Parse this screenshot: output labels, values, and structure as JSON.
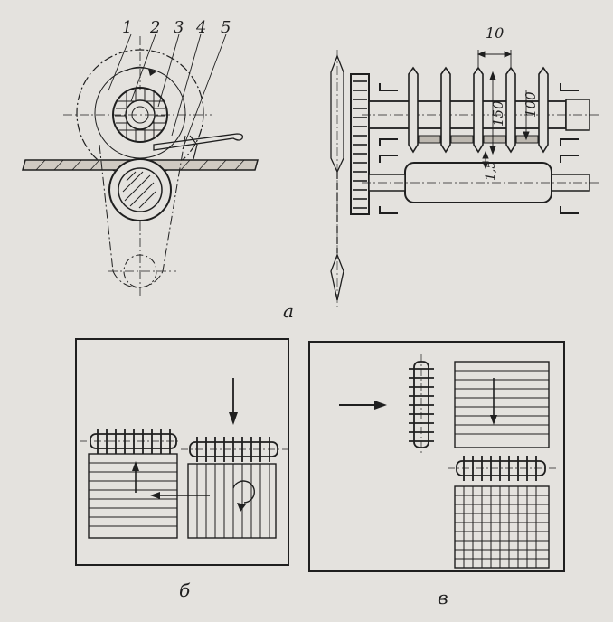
{
  "callouts": [
    "1",
    "2",
    "3",
    "4",
    "5"
  ],
  "dimensions": {
    "pitch": "10",
    "roll_diameter": "150",
    "blade_spacing": "100",
    "clearance": "1,5"
  },
  "panels": {
    "a": "a",
    "b": "б",
    "c": "в"
  },
  "colors": {
    "paper": "#e4e2de",
    "ink": "#1f1f1f"
  }
}
